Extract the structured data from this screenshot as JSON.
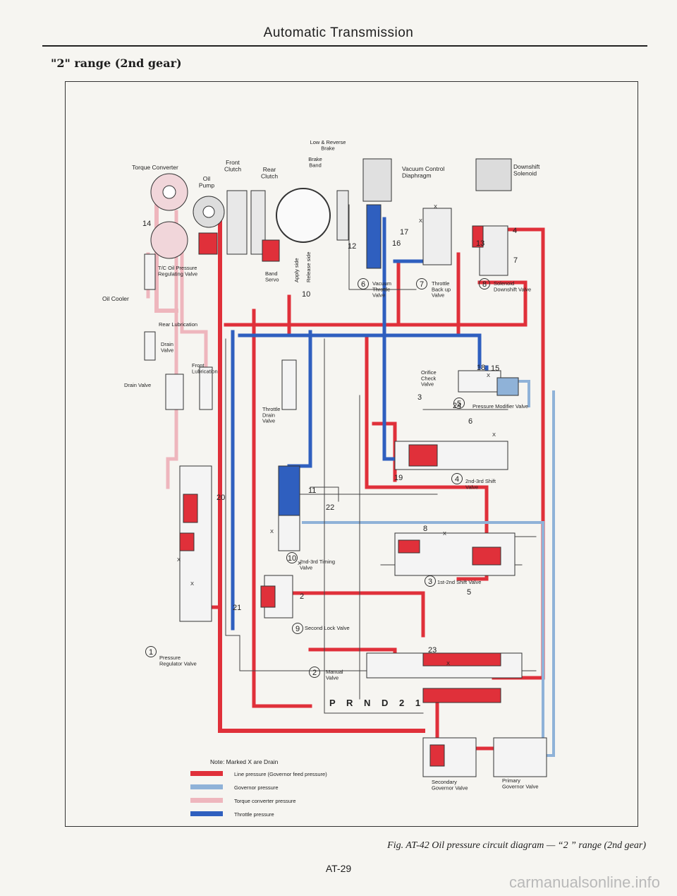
{
  "page": {
    "running_head": "Automatic Transmission",
    "section_title": "\"2\" range (2nd gear)",
    "caption": "Fig. AT-42  Oil pressure circuit diagram — “2 ” range (2nd gear)",
    "page_number": "AT-29",
    "watermark": "carmanualsonline.info"
  },
  "colors": {
    "line_pressure": "#e0303a",
    "governor_pressure": "#8fb2d8",
    "torque_converter_pressure": "#eeb6bd",
    "throttle_pressure": "#2f5fbf",
    "drain_line": "#444444"
  },
  "components": {
    "torque_converter": "Torque Converter",
    "oil_pump": "Oil\nPump",
    "front_clutch": "Front\nClutch",
    "rear_clutch": "Rear\nClutch",
    "low_reverse_brake": "Low & Reverse\nBrake",
    "brake_band": "Brake\nBand",
    "vacuum_control_diaphragm": "Vacuum Control\nDiaphragm",
    "downshift_solenoid": "Downshift\nSolenoid",
    "tc_regulating_valve": "T/C Oil Pressure\nRegulating Valve",
    "oil_cooler": "Oil Cooler",
    "rear_lubrication": "Rear Lubrication",
    "drain_valve_small": "Drain\nValve",
    "front_lubrication": "Front\nLubrication",
    "drain_valve": "Drain Valve",
    "band_servo": "Band\nServo",
    "apply_side": "Apply side",
    "release_side": "Release side",
    "vacuum_throttle_valve": "Vacuum\nThrottle\nValve",
    "throttle_back_up_valve": "Throttle\nBack up\nValve",
    "solenoid_downshift_valve": "Solenoid\nDownshift Valve",
    "orifice_check_valve": "Orifice\nCheck\nValve",
    "pressure_modifier_valve": "Pressure Modifier Valve",
    "throttle_drain_valve": "Throttle\nDrain\nValve",
    "shift_23_valve": "2nd-3rd Shift\nValve",
    "timing_23_valve": "2nd-3rd Timing\nValve",
    "shift_12_valve": "1st-2nd Shift Valve",
    "second_lock_valve": "Second Lock Valve",
    "pressure_regulator_valve": "Pressure\nRegulator Valve",
    "manual_valve": "Manual\nValve",
    "manual_positions": "P R N D 2 1",
    "secondary_governor": "Secondary\nGovernor Valve",
    "primary_governor": "Primary\nGovernor Valve"
  },
  "valve_numbers": [
    "1",
    "2",
    "3",
    "4",
    "5",
    "6",
    "7",
    "8",
    "9",
    "10"
  ],
  "line_numbers": [
    "14",
    "12",
    "17",
    "16",
    "13",
    "4",
    "7",
    "10",
    "18",
    "15",
    "24",
    "3",
    "6",
    "19",
    "11",
    "22",
    "20",
    "8",
    "21",
    "2",
    "23",
    "5"
  ],
  "drain_mark": "X",
  "legend": {
    "note": "Note:  Marked X are Drain",
    "items": [
      {
        "label": "Line pressure (Governor feed pressure)",
        "color": "#e0303a"
      },
      {
        "label": "Governor pressure",
        "color": "#8fb2d8"
      },
      {
        "label": "Torque converter pressure",
        "color": "#eeb6bd"
      },
      {
        "label": "Throttle pressure",
        "color": "#2f5fbf"
      }
    ]
  }
}
